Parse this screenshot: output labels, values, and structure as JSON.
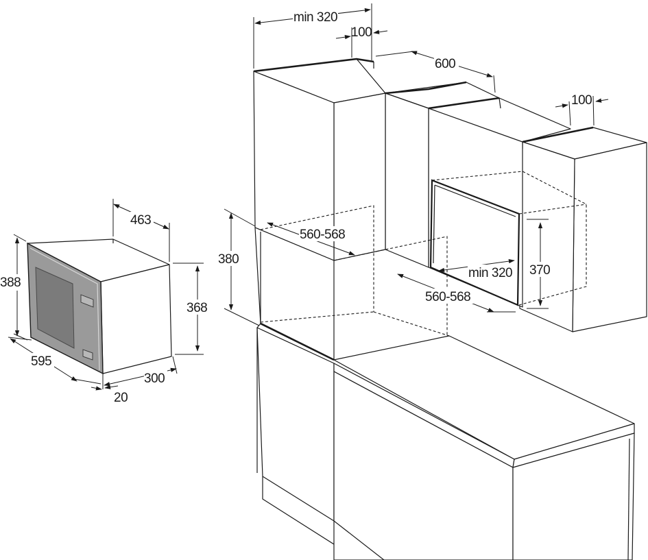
{
  "dimensions": {
    "mw_height": "388",
    "mw_depth": "463",
    "mw_width": "595",
    "mw_inner_height": "368",
    "mw_inner_depth": "300",
    "mw_panel": "20",
    "cab_min_width": "min 320",
    "cab_gap_top": "100",
    "cab_depth": "600",
    "cab_right_gap": "100",
    "niche_height_left": "380",
    "niche_width_left": "560-568",
    "niche_width_right": "560-568",
    "niche_min_depth": "min 320",
    "niche_height_right": "370"
  },
  "colors": {
    "line": "#1a1a1a",
    "background": "#ffffff",
    "appliance_front": "#9a9a9a",
    "appliance_glass": "#7c7c7c"
  }
}
